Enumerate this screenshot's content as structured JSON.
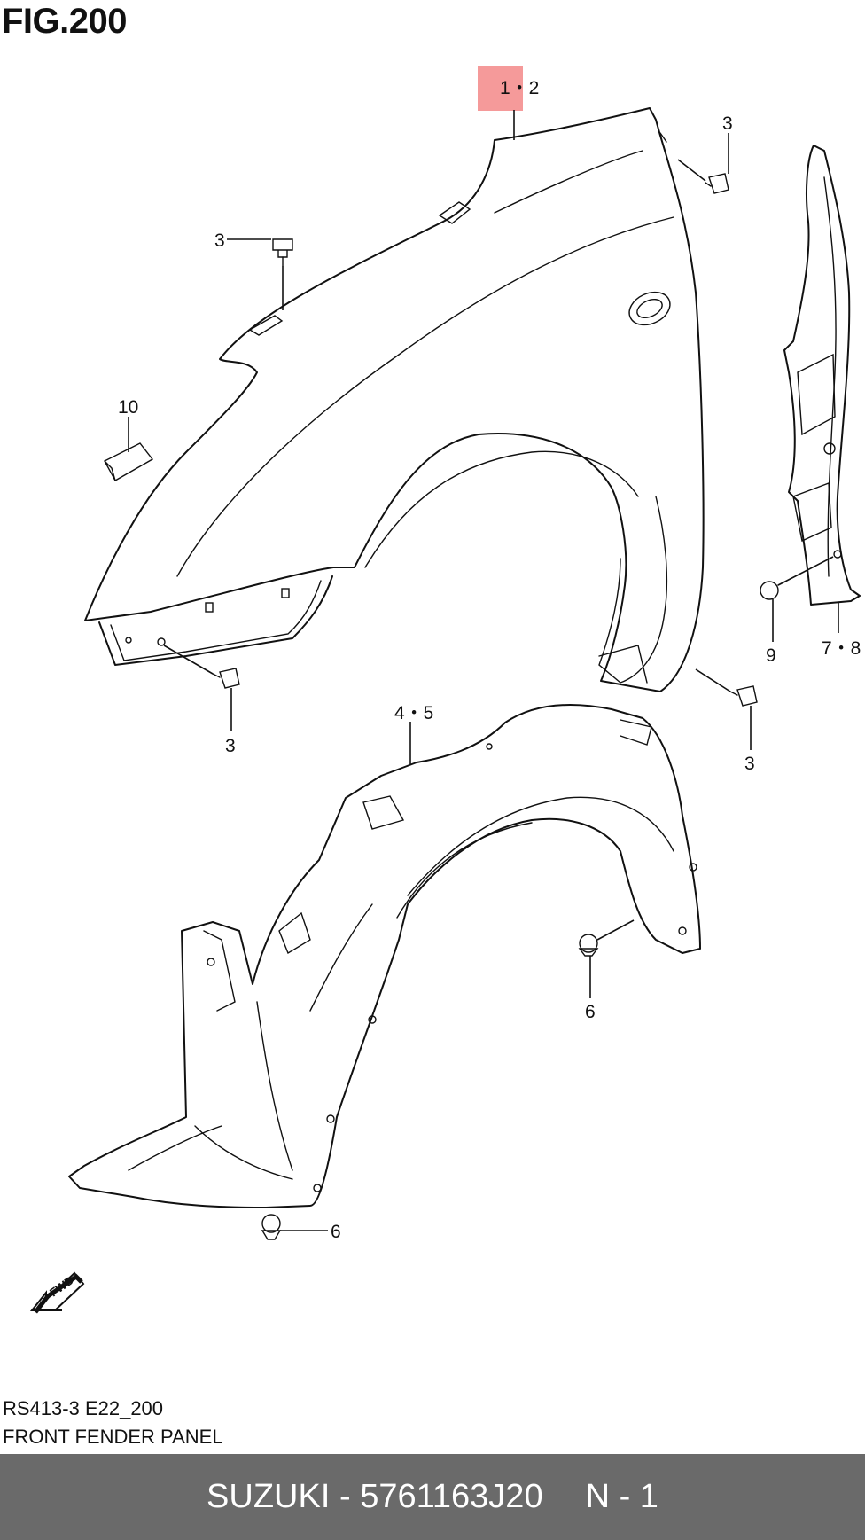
{
  "figure": {
    "title": "FIG.200"
  },
  "callouts": {
    "c12": "1・2",
    "c3a": "3",
    "c3b": "3",
    "c3c": "3",
    "c3d": "3",
    "c10": "10",
    "c45": "4・5",
    "c6a": "6",
    "c6b": "6",
    "c9": "9",
    "c78": "7・8"
  },
  "badges": {
    "fwd": "FWD"
  },
  "highlight_color": "#f59a9a",
  "page_codes": {
    "diagram_code": "RS413-3 E22_200",
    "section_name": "FRONT FENDER PANEL"
  },
  "footer": {
    "brand": "SUZUKI",
    "separator": " - ",
    "part_number": "5761163J20",
    "quantity": "N - 1"
  }
}
